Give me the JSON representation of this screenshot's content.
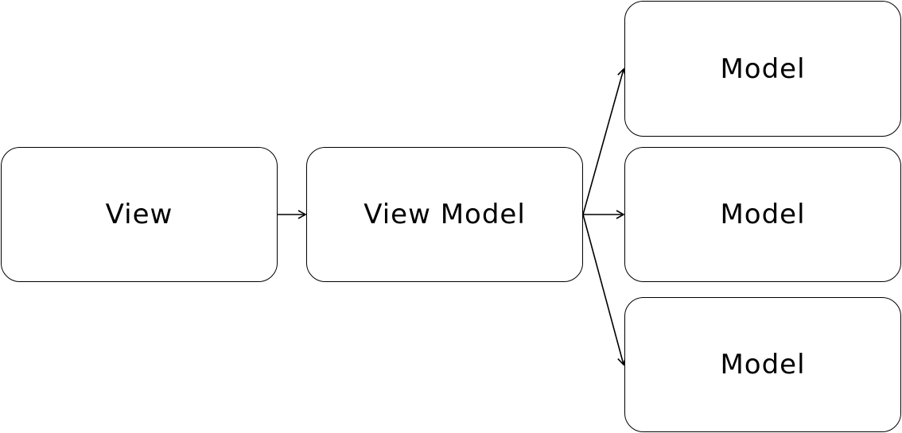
{
  "diagram": {
    "nodes": {
      "view": "View",
      "view_model": "View Model",
      "model_top": "Model",
      "model_middle": "Model",
      "model_bottom": "Model"
    },
    "edges": [
      {
        "from": "view",
        "to": "view_model"
      },
      {
        "from": "view_model",
        "to": "model_top"
      },
      {
        "from": "view_model",
        "to": "model_middle"
      },
      {
        "from": "view_model",
        "to": "model_bottom"
      }
    ],
    "colors": {
      "stroke": "#000000",
      "fill": "#ffffff",
      "text": "#000000"
    }
  }
}
